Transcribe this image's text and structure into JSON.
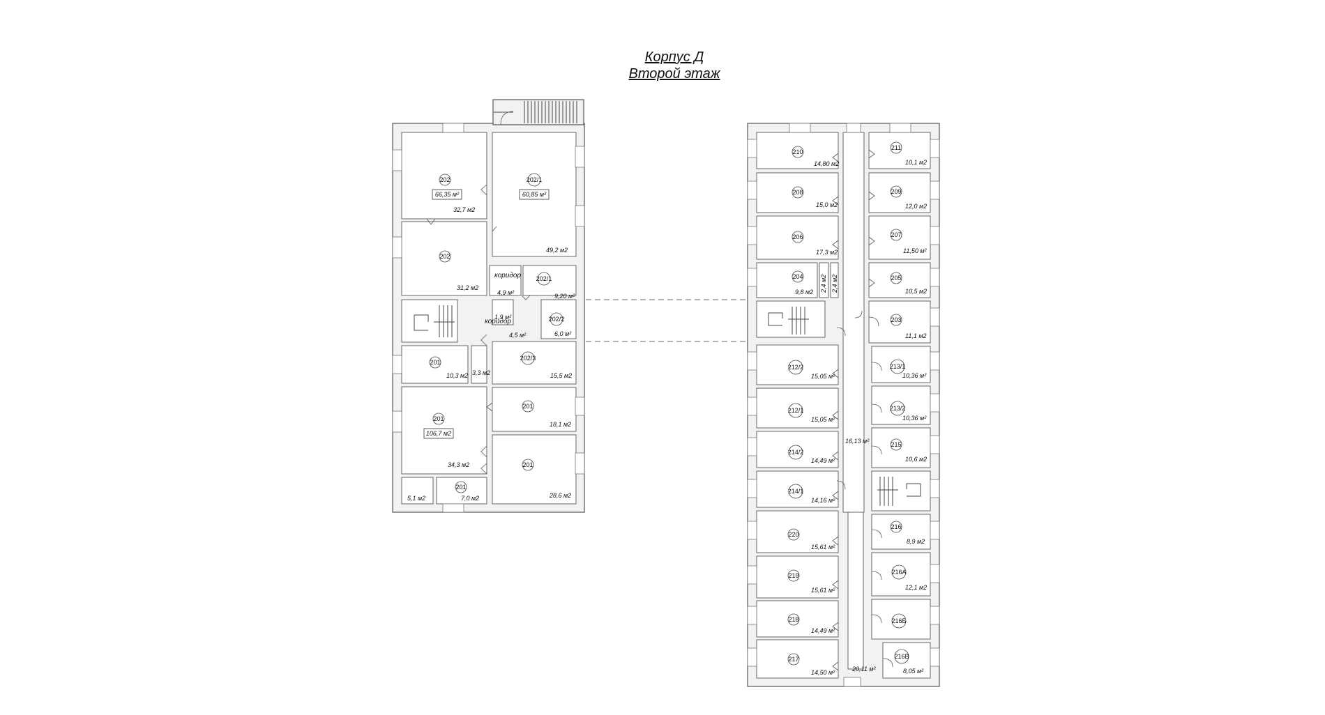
{
  "title": {
    "line1": "Корпус Д",
    "line2": "Второй этаж"
  },
  "left_wing": {
    "rooms": [
      {
        "num": "202",
        "area": "32,7 м2"
      },
      {
        "num": "202/1",
        "area": "49,2 м2"
      },
      {
        "num": "202",
        "area": "31,2 м2"
      },
      {
        "num": "202/1",
        "area": "9,20 м²"
      },
      {
        "num": "202/2",
        "area": "6,0 м²"
      },
      {
        "num": "202/3",
        "area": "15,5 м2"
      },
      {
        "num": "201",
        "area": "10,3 м2"
      },
      {
        "num": "201",
        "area": "18,1 м2"
      },
      {
        "num": "201",
        "area": "34,3 м2"
      },
      {
        "num": "201",
        "area": "28,6 м2"
      },
      {
        "num": "201",
        "area": "7,0 м2"
      }
    ],
    "totals": [
      "66,35 м²",
      "60,85 м²",
      "106,7 м2"
    ],
    "labels": [
      "коридор",
      "коридор"
    ],
    "small_areas": [
      "4,9 м²",
      "1,9 м²",
      "4,5 м²",
      "3,3 м2",
      "5,1 м2"
    ]
  },
  "right_wing": {
    "rooms": [
      {
        "num": "210",
        "area": "14,80 м2"
      },
      {
        "num": "208",
        "area": "15,0 м2"
      },
      {
        "num": "206",
        "area": "17,3 м2"
      },
      {
        "num": "204",
        "area": "9,8 м2"
      },
      {
        "num": "212/2",
        "area": "15,05 м²"
      },
      {
        "num": "212/1",
        "area": "15,05 м²"
      },
      {
        "num": "214/2",
        "area": "14,49 м²"
      },
      {
        "num": "214/1",
        "area": "14,16 м²"
      },
      {
        "num": "220",
        "area": "15,61 м²"
      },
      {
        "num": "219",
        "area": "15,61 м²"
      },
      {
        "num": "218",
        "area": "14,49 м²"
      },
      {
        "num": "217",
        "area": "14,50 м²"
      },
      {
        "num": "211",
        "area": "10,1 м2"
      },
      {
        "num": "209",
        "area": "12,0 м2"
      },
      {
        "num": "207",
        "area": "11,50 м²"
      },
      {
        "num": "205",
        "area": "10,5 м2"
      },
      {
        "num": "203",
        "area": "11,1 м2"
      },
      {
        "num": "213/1",
        "area": "10,36 м²"
      },
      {
        "num": "213/2",
        "area": "10,36 м²"
      },
      {
        "num": "215",
        "area": "10,6 м2"
      },
      {
        "num": "216",
        "area": "8,9 м2"
      },
      {
        "num": "216А",
        "area": "12,1 м2"
      },
      {
        "num": "216Б",
        "area": ""
      },
      {
        "num": "216В",
        "area": "8,05 м²"
      }
    ],
    "corridor_areas": [
      "16,13 м²",
      "20,11 м²"
    ],
    "vertical_areas": [
      "2,4 м2",
      "2,4 м2"
    ]
  }
}
